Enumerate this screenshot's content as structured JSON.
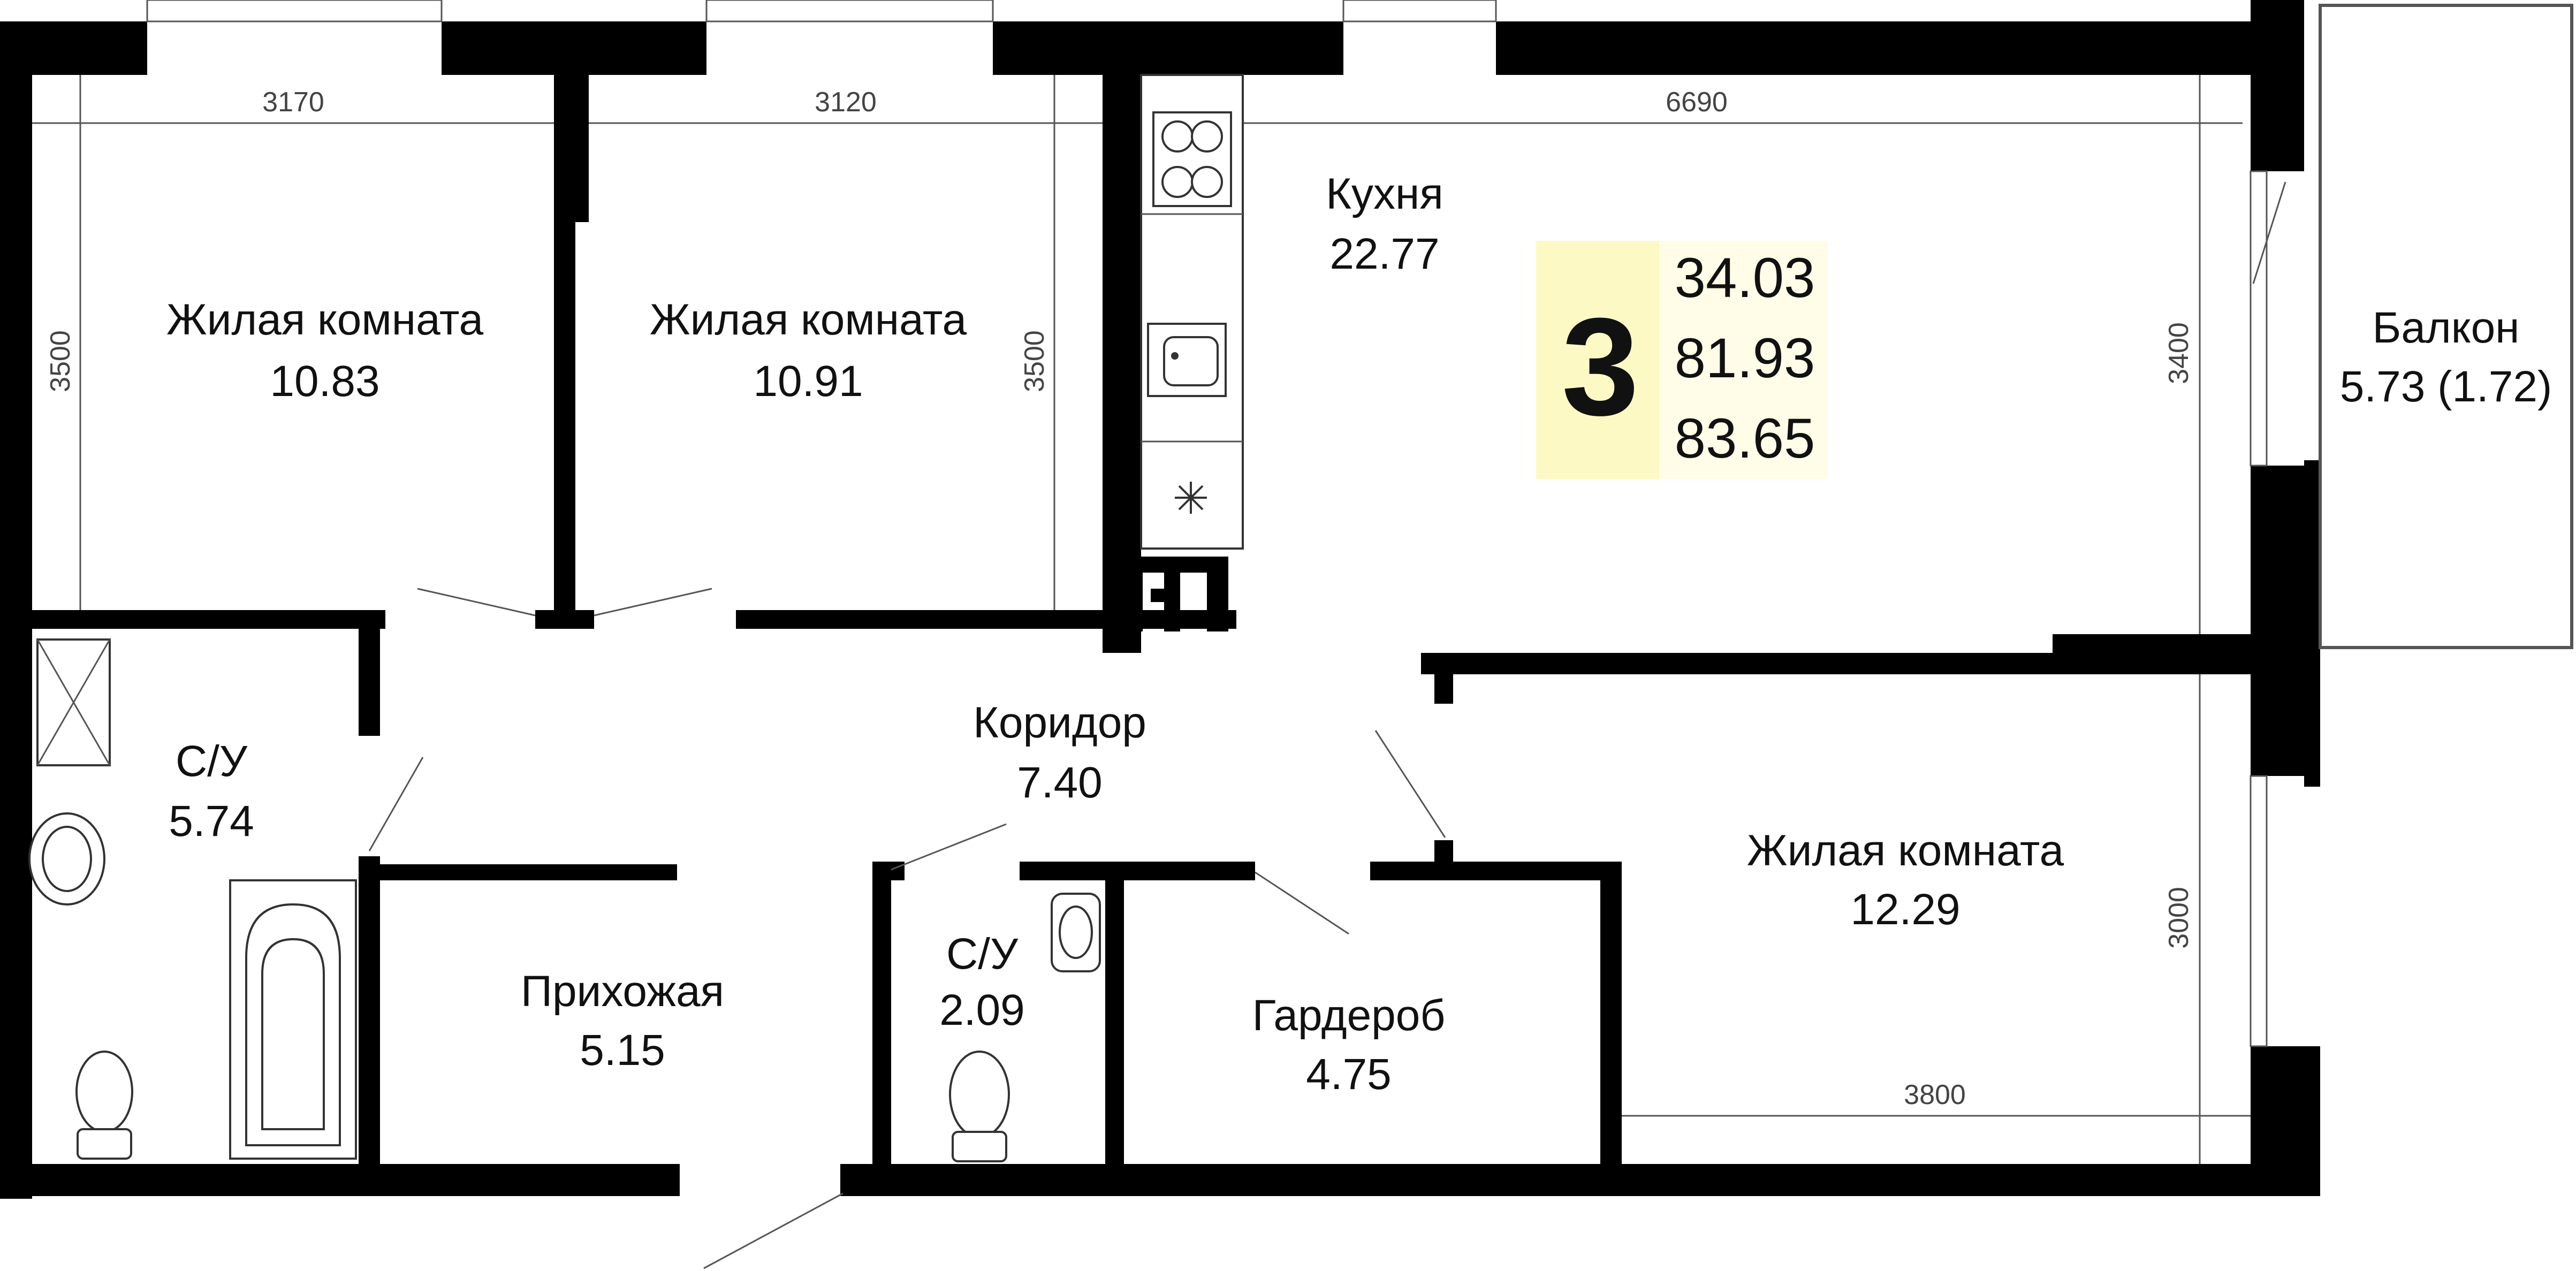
{
  "rooms": {
    "living1": {
      "name": "Жилая комната",
      "area": "10.83"
    },
    "living2": {
      "name": "Жилая комната",
      "area": "10.91"
    },
    "kitchen": {
      "name": "Кухня",
      "area": "22.77"
    },
    "balcony": {
      "name": "Балкон",
      "area": "5.73 (1.72)"
    },
    "bath1": {
      "name": "С/У",
      "area": "5.74"
    },
    "corridor": {
      "name": "Коридор",
      "area": "7.40"
    },
    "bath2": {
      "name": "С/У",
      "area": "2.09"
    },
    "hall": {
      "name": "Прихожая",
      "area": "5.15"
    },
    "wardrobe": {
      "name": "Гардероб",
      "area": "4.75"
    },
    "living3": {
      "name": "Жилая комната",
      "area": "12.29"
    }
  },
  "dimensions": {
    "d1": "3170",
    "d2": "3120",
    "d3": "6690",
    "d4": "3500",
    "d5": "3500",
    "d6": "3400",
    "d7": "3000",
    "d8": "3800"
  },
  "summary": {
    "rooms_count": "3",
    "living_area": "34.03",
    "total_area": "81.93",
    "total_with_balcony": "83.65"
  },
  "colors": {
    "wall": "#000000",
    "badge_bg": "#fdf9c4",
    "badge_bg_light": "#fffde8"
  }
}
